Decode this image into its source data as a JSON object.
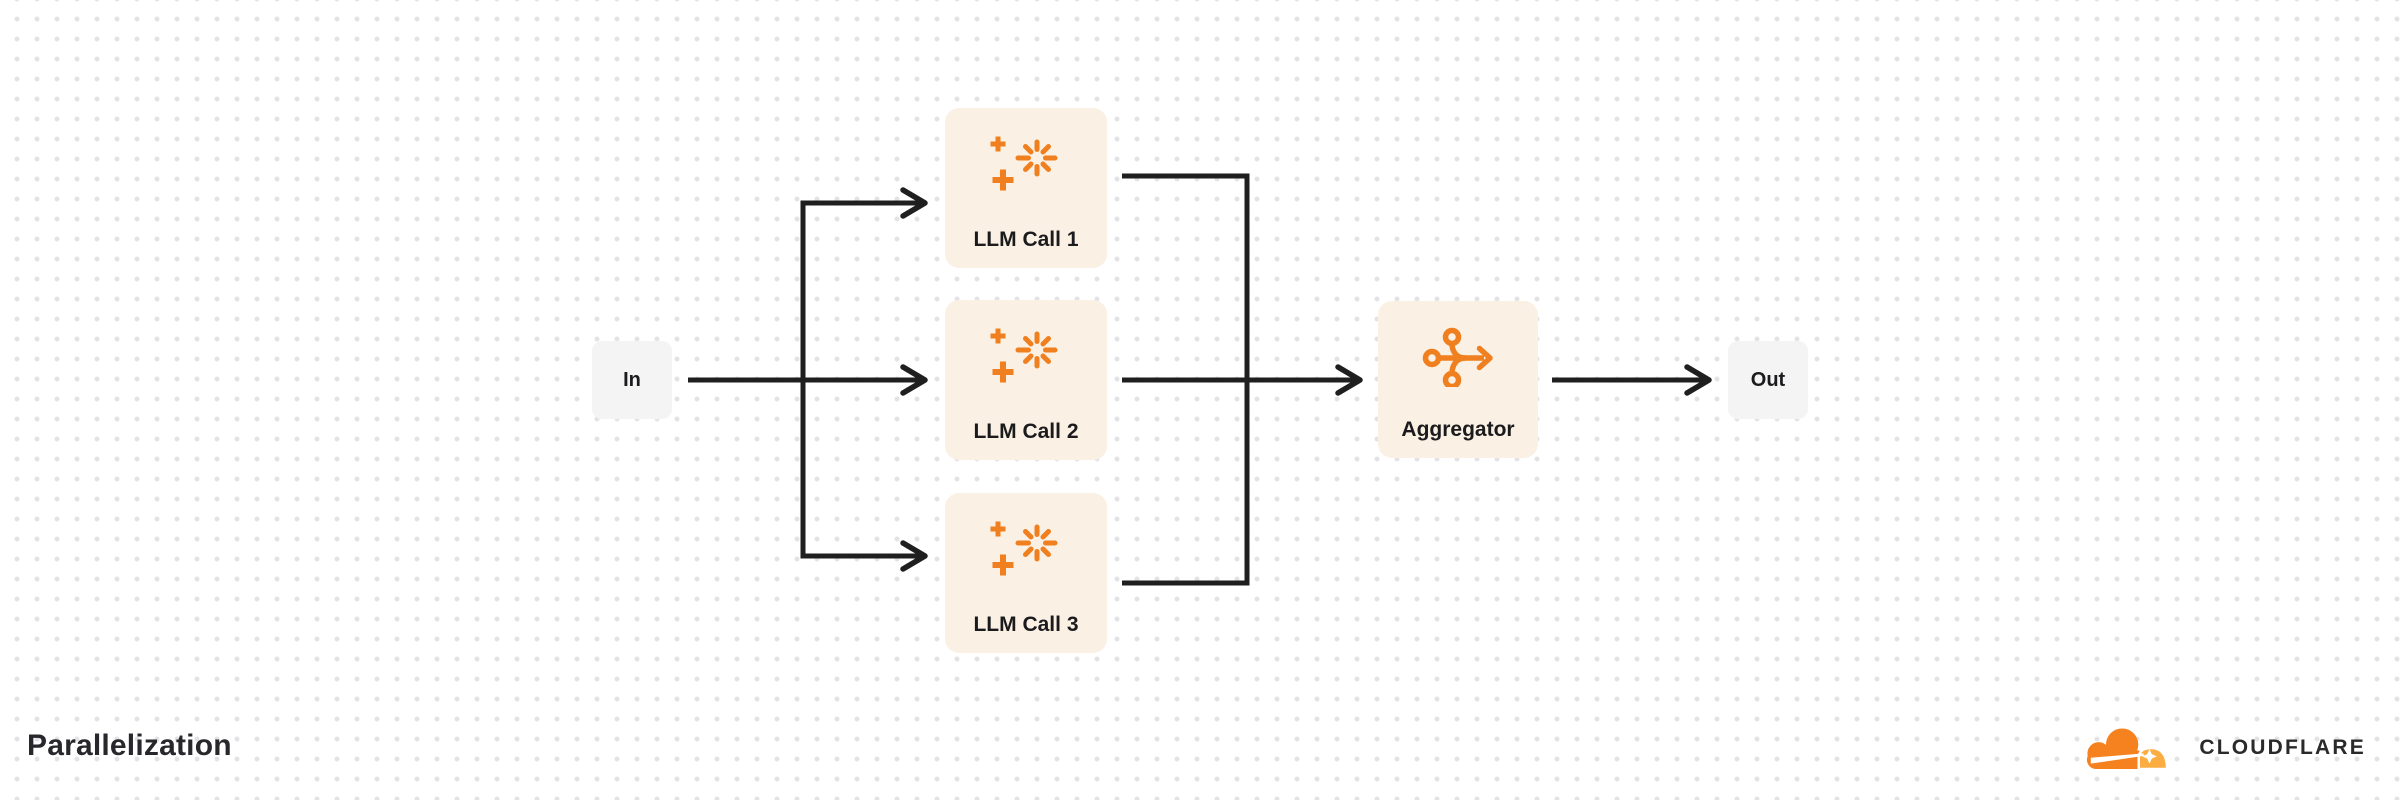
{
  "diagram": {
    "title": "Parallelization",
    "nodes": {
      "input": {
        "label": "In"
      },
      "llm_call_1": {
        "label": "LLM Call 1"
      },
      "llm_call_2": {
        "label": "LLM Call 2"
      },
      "llm_call_3": {
        "label": "LLM Call 3"
      },
      "aggregator": {
        "label": "Aggregator"
      },
      "output": {
        "label": "Out"
      }
    },
    "icons": {
      "llm": "sparkles-icon",
      "aggregator": "merge-arrows-icon"
    },
    "colors": {
      "background": "#FFFFFF",
      "dot_grid": "#E3E3E6",
      "io_node_fill": "#F4F4F5",
      "task_node_fill": "#FAF0E3",
      "accent_orange": "#F0801F",
      "logo_orange": "#F6821F",
      "logo_orange_light": "#FBAD41",
      "connector": "#1F1F1F",
      "label_text": "#1B1B1E"
    }
  },
  "branding": {
    "logo_icon": "cloudflare-cloud-icon",
    "wordmark": "CLOUDFLARE"
  }
}
